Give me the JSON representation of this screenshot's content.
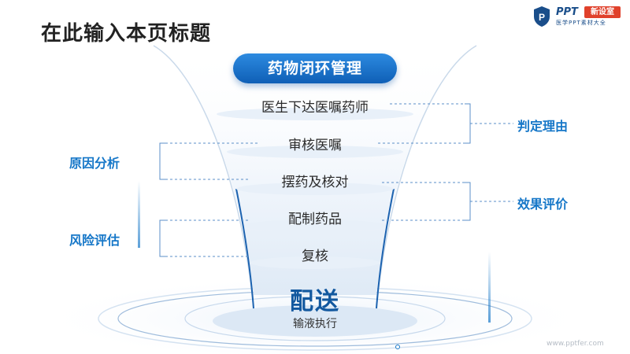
{
  "title": "在此输入本页标题",
  "logo": {
    "main": "PPT",
    "badge": "新设室",
    "sub": "医学PPT素材大全"
  },
  "funnel": {
    "header": "药物闭环管理",
    "steps": [
      "医生下达医嘱药师",
      "审核医嘱",
      "摆药及核对",
      "配制药品",
      "复核"
    ],
    "final_main": "配送",
    "final_sub": "输液执行"
  },
  "side_labels": {
    "left_1": "原因分析",
    "left_2": "风险评估",
    "right_1": "判定理由",
    "right_2": "效果评价"
  },
  "watermark": "www.pptfer.com",
  "colors": {
    "accent": "#1677c8",
    "title_pill": "#1e74cf",
    "final_text": "#12589f"
  }
}
